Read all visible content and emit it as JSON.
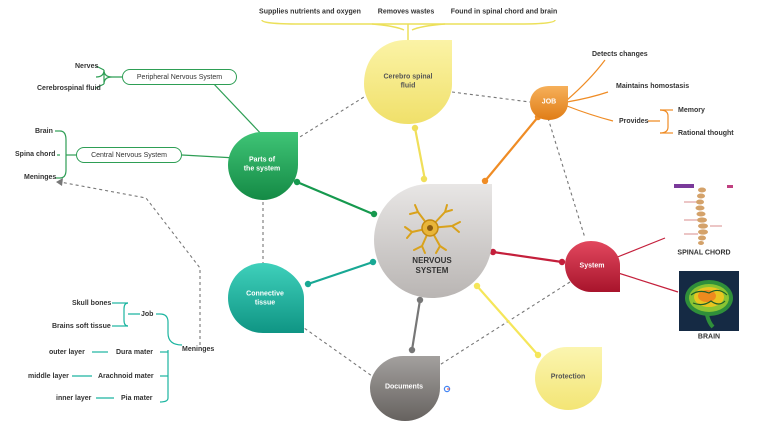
{
  "central": {
    "line1": "NERVOUS",
    "line2": "SYSTEM"
  },
  "cerebro": {
    "line1": "Cerebro spinal",
    "line2": "fluid",
    "points": [
      "Supplies nutrients and oxygen",
      "Removes wastes",
      "Found in spinal chord and brain"
    ]
  },
  "parts": {
    "line1": "Parts of",
    "line2": "the system",
    "peripheral": {
      "label": "Peripheral Nervous System",
      "items": [
        "Nerves",
        "Cerebrospinal fluid"
      ]
    },
    "central": {
      "label": "Central Nervous System",
      "items": [
        "Brain",
        "Spina chord",
        "Meninges"
      ]
    }
  },
  "connective": {
    "line1": "Connective",
    "line2": "tissue"
  },
  "job": {
    "label": "JOB",
    "items": [
      "Detects changes",
      "Maintains homostasis",
      "Provides"
    ],
    "provides": [
      "Memory",
      "Rational thought"
    ]
  },
  "system": {
    "label": "System",
    "spinal_caption": "SPINAL CHORD",
    "brain_caption": "BRAIN"
  },
  "documents": {
    "label": "Documents"
  },
  "protection": {
    "label": "Protection"
  },
  "meninges": {
    "label": "Meninges",
    "job_label": "Job",
    "job_items": [
      "Skull bones",
      "Brains soft tissue"
    ],
    "layers": [
      {
        "layer": "outer layer",
        "name": "Dura mater"
      },
      {
        "layer": "middle layer",
        "name": "Arachnoid mater"
      },
      {
        "layer": "inner layer",
        "name": "Pia mater"
      }
    ]
  },
  "colors": {
    "cerebro": "#f5e98a",
    "parts": "#1ea85a",
    "connective": "#1cb5a0",
    "job": "#f0922b",
    "system": "#c8213e",
    "documents": "#7d7b7a",
    "protection": "#f8ef8f",
    "central": "#c9c5c3"
  }
}
